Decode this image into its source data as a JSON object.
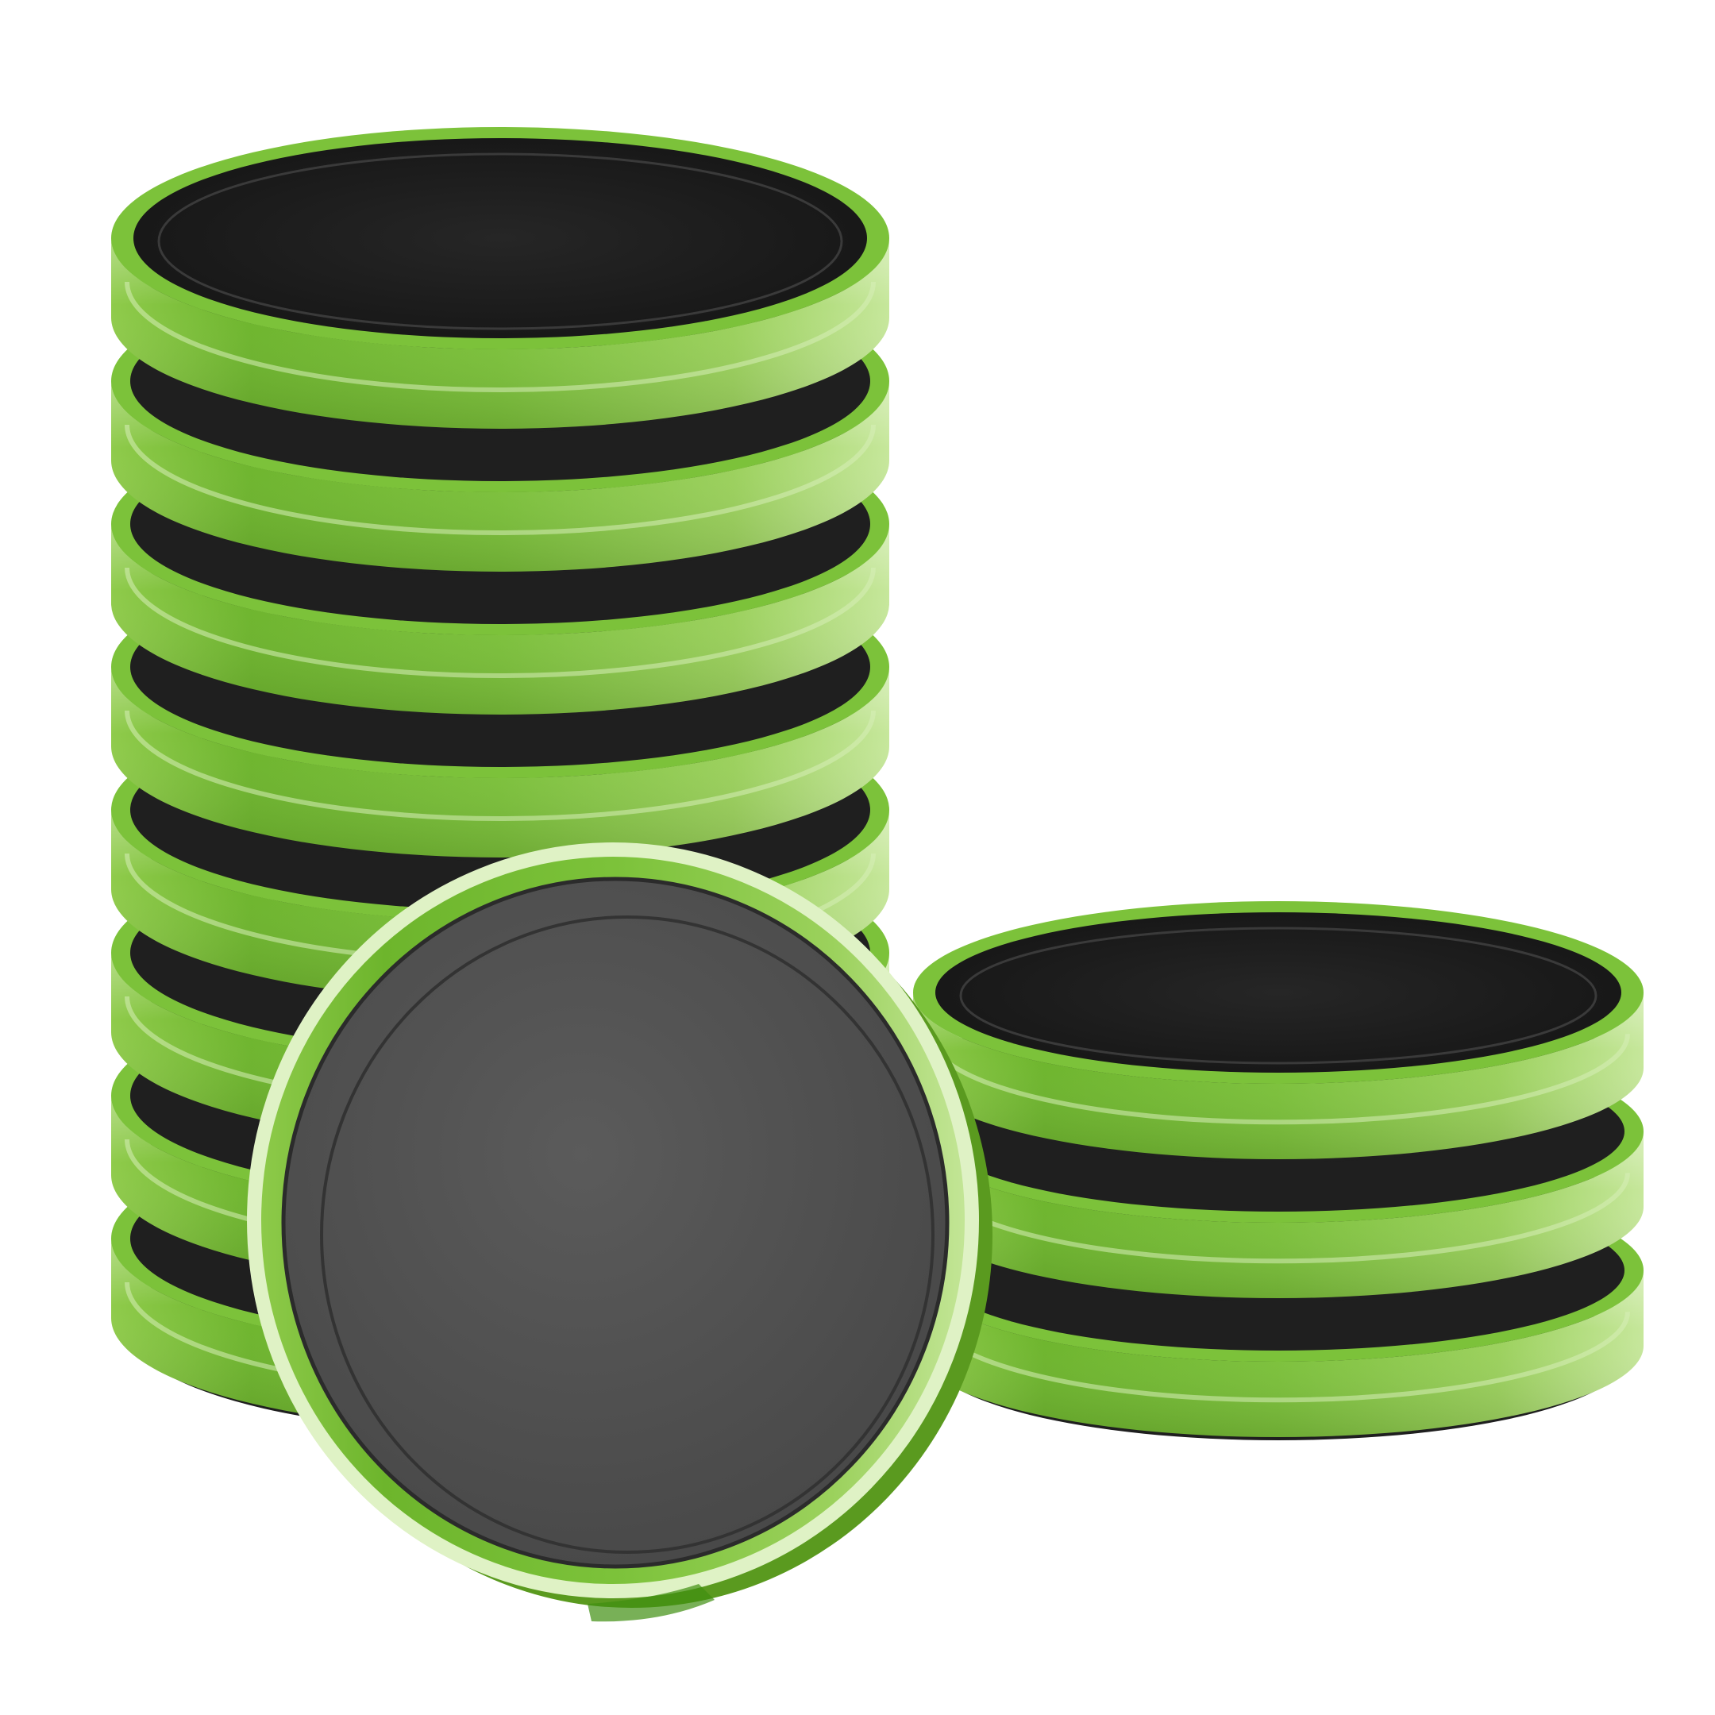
{
  "scene": {
    "background": "#ffffff",
    "subject": "stack-of-green-rimmed-black-pads",
    "colors": {
      "rim_light": "#a9d86b",
      "rim_mid": "#7cc23a",
      "rim_dark": "#5a9a1f",
      "rim_highlight": "#d7efb8",
      "pad_black": "#1f1f1f",
      "pad_rubber": "#2a2a2a",
      "face_gray": "#545454"
    },
    "tall_stack": {
      "disc_count": 8
    },
    "short_stack": {
      "disc_count": 3
    },
    "upright_disc": {
      "count": 1
    }
  }
}
